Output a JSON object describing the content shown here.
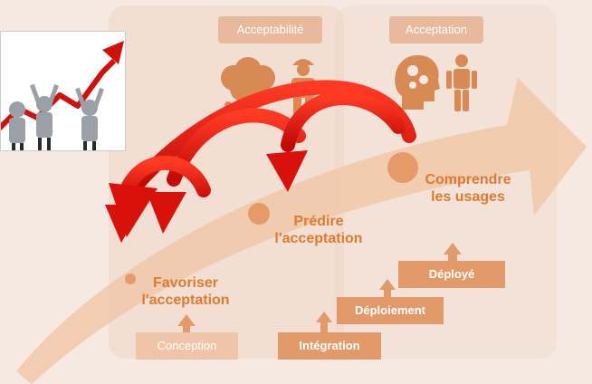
{
  "headers": {
    "acceptabilite": "Acceptabilité",
    "acceptation": "Acceptation"
  },
  "stages": {
    "favoriser": "Favoriser\nl'acceptation",
    "predire": "Prédire\nl'acceptation",
    "comprendre": "Comprendre\nles usages"
  },
  "phases": {
    "conception": "Conception",
    "integration": "Intégration",
    "deploiement": "Déploiement",
    "deploye": "Déployé"
  },
  "icons": [
    "growth-chart-photo",
    "thought-cloud-icon",
    "worker-icon",
    "brain-gears-icon",
    "robot-icon"
  ],
  "colors": {
    "big_arrow": "#f1c8a8",
    "feedback_arrow": "#e0140e",
    "stage_text": "#e07a2e",
    "box": "#e39a6b"
  }
}
